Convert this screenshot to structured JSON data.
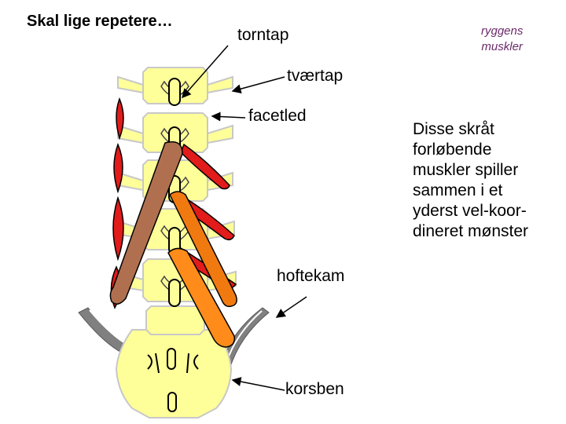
{
  "slide": {
    "title": "Skal lige repetere…",
    "labels": {
      "spinous_process": "torntap",
      "transverse_process": "tværtap",
      "facet_joint": "facetled",
      "iliac_crest": "hoftekam",
      "sacrum": "korsben"
    },
    "muscles_label": [
      "ryggens",
      "muskler"
    ],
    "note_lines": [
      "Disse skråt",
      "forløbende",
      "muskler spiller",
      "sammen i et",
      "yderst vel-koor-",
      "dineret mønster"
    ]
  },
  "colors": {
    "bone": "#ffff99",
    "bone_outline": "#c8c8c8",
    "muscle_red": "#e21b1b",
    "muscle_brown": "#b07050",
    "muscle_orange": "#f07a10",
    "muscle_light_orange": "#ff8c1a",
    "pelvis_gray": "#808080",
    "muscles_label_color": "#6b2a6b"
  }
}
